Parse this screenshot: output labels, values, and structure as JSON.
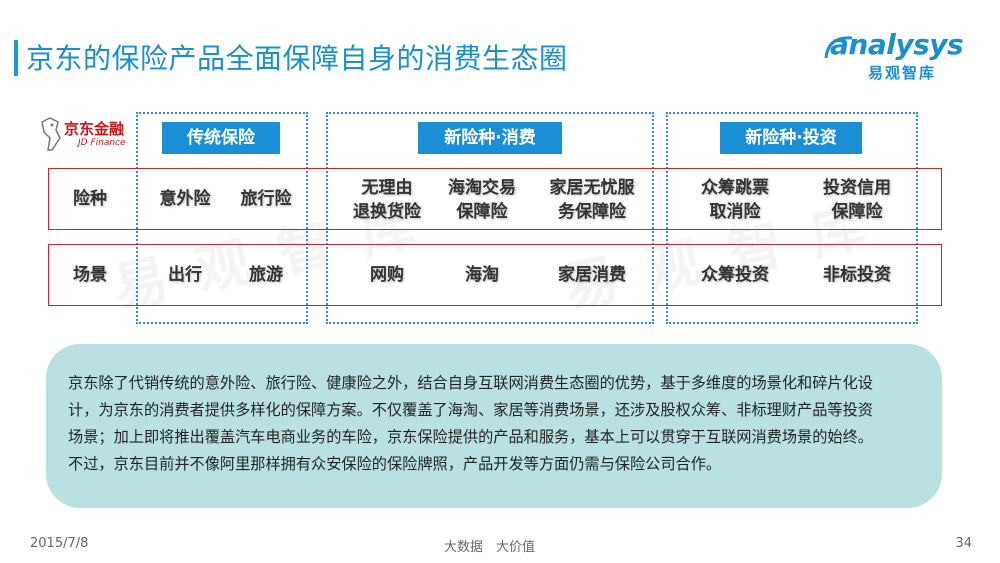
{
  "header": {
    "title": "京东的保险产品全面保障自身的消费生态圈",
    "logo_word": "analysys",
    "logo_sub": "易观智库"
  },
  "jd_logo": {
    "main": "京东金融",
    "sub": "JD Finance"
  },
  "columns": [
    {
      "header": "传统保险"
    },
    {
      "header": "新险种·消费"
    },
    {
      "header": "新险种·投资"
    }
  ],
  "rows": {
    "insurance": {
      "label": "险种",
      "cells": [
        "意外险",
        "旅行险",
        "无理由\n退换货险",
        "海淘交易\n保障险",
        "家居无忧服\n务保障险",
        "众筹跳票\n取消险",
        "投资信用\n保障险"
      ]
    },
    "scene": {
      "label": "场景",
      "cells": [
        "出行",
        "旅游",
        "网购",
        "海淘",
        "家居消费",
        "众筹投资",
        "非标投资"
      ]
    }
  },
  "watermark": "易观智库",
  "summary": "京东除了代销传统的意外险、旅行险、健康险之外，结合自身互联网消费生态圈的优势，基于多维度的场景化和碎片化设计，为京东的消费者提供多样化的保障方案。不仅覆盖了海淘、家居等消费场景，还涉及股权众筹、非标理财产品等投资场景；加上即将推出覆盖汽车电商业务的车险，京东保险提供的产品和服务，基本上可以贯穿于互联网消费场景的始终。不过，京东目前并不像阿里那样拥有众安保险的保险牌照，产品开发等方面仍需与保险公司合作。",
  "footer": {
    "date": "2015/7/8",
    "middle": "大数据　大价值",
    "page": "34"
  },
  "colors": {
    "accent": "#1a8fd6",
    "row_border": "#c9252c",
    "summary_bg": "#b9e1e3"
  }
}
